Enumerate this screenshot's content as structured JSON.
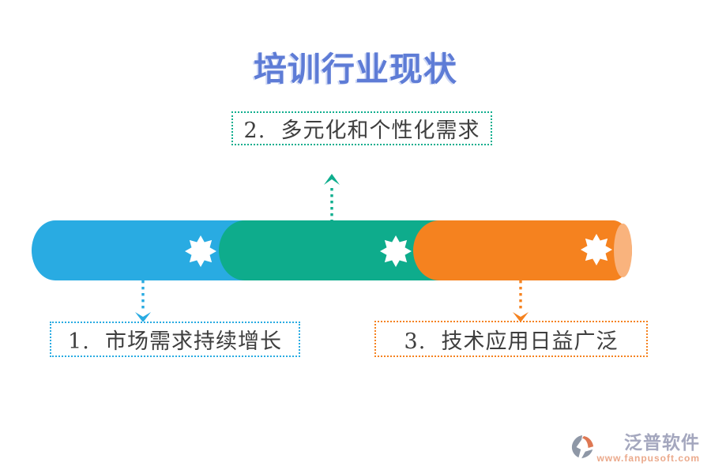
{
  "title": "培训行业现状",
  "title_color": "#5E7CD6",
  "points": [
    {
      "number": "1",
      "label": "1.  市场需求持续增长",
      "color": "#29ABE2",
      "callout_position": "bottom"
    },
    {
      "number": "2",
      "label": "2.  多元化和个性化需求",
      "color": "#0EAC8C",
      "callout_position": "top"
    },
    {
      "number": "3",
      "label": "3.  技术应用日益广泛",
      "color": "#F5821F",
      "callout_position": "bottom"
    }
  ],
  "bar": {
    "segment_colors": [
      "#29ABE2",
      "#0EAC8C",
      "#F5821F"
    ],
    "end_cap_color": "#F9B37D",
    "star_icon": "eight-point-star",
    "star_color": "#FFFFFF"
  },
  "watermark": {
    "name": "泛普软件",
    "url": "www.fanpusoft.com"
  }
}
